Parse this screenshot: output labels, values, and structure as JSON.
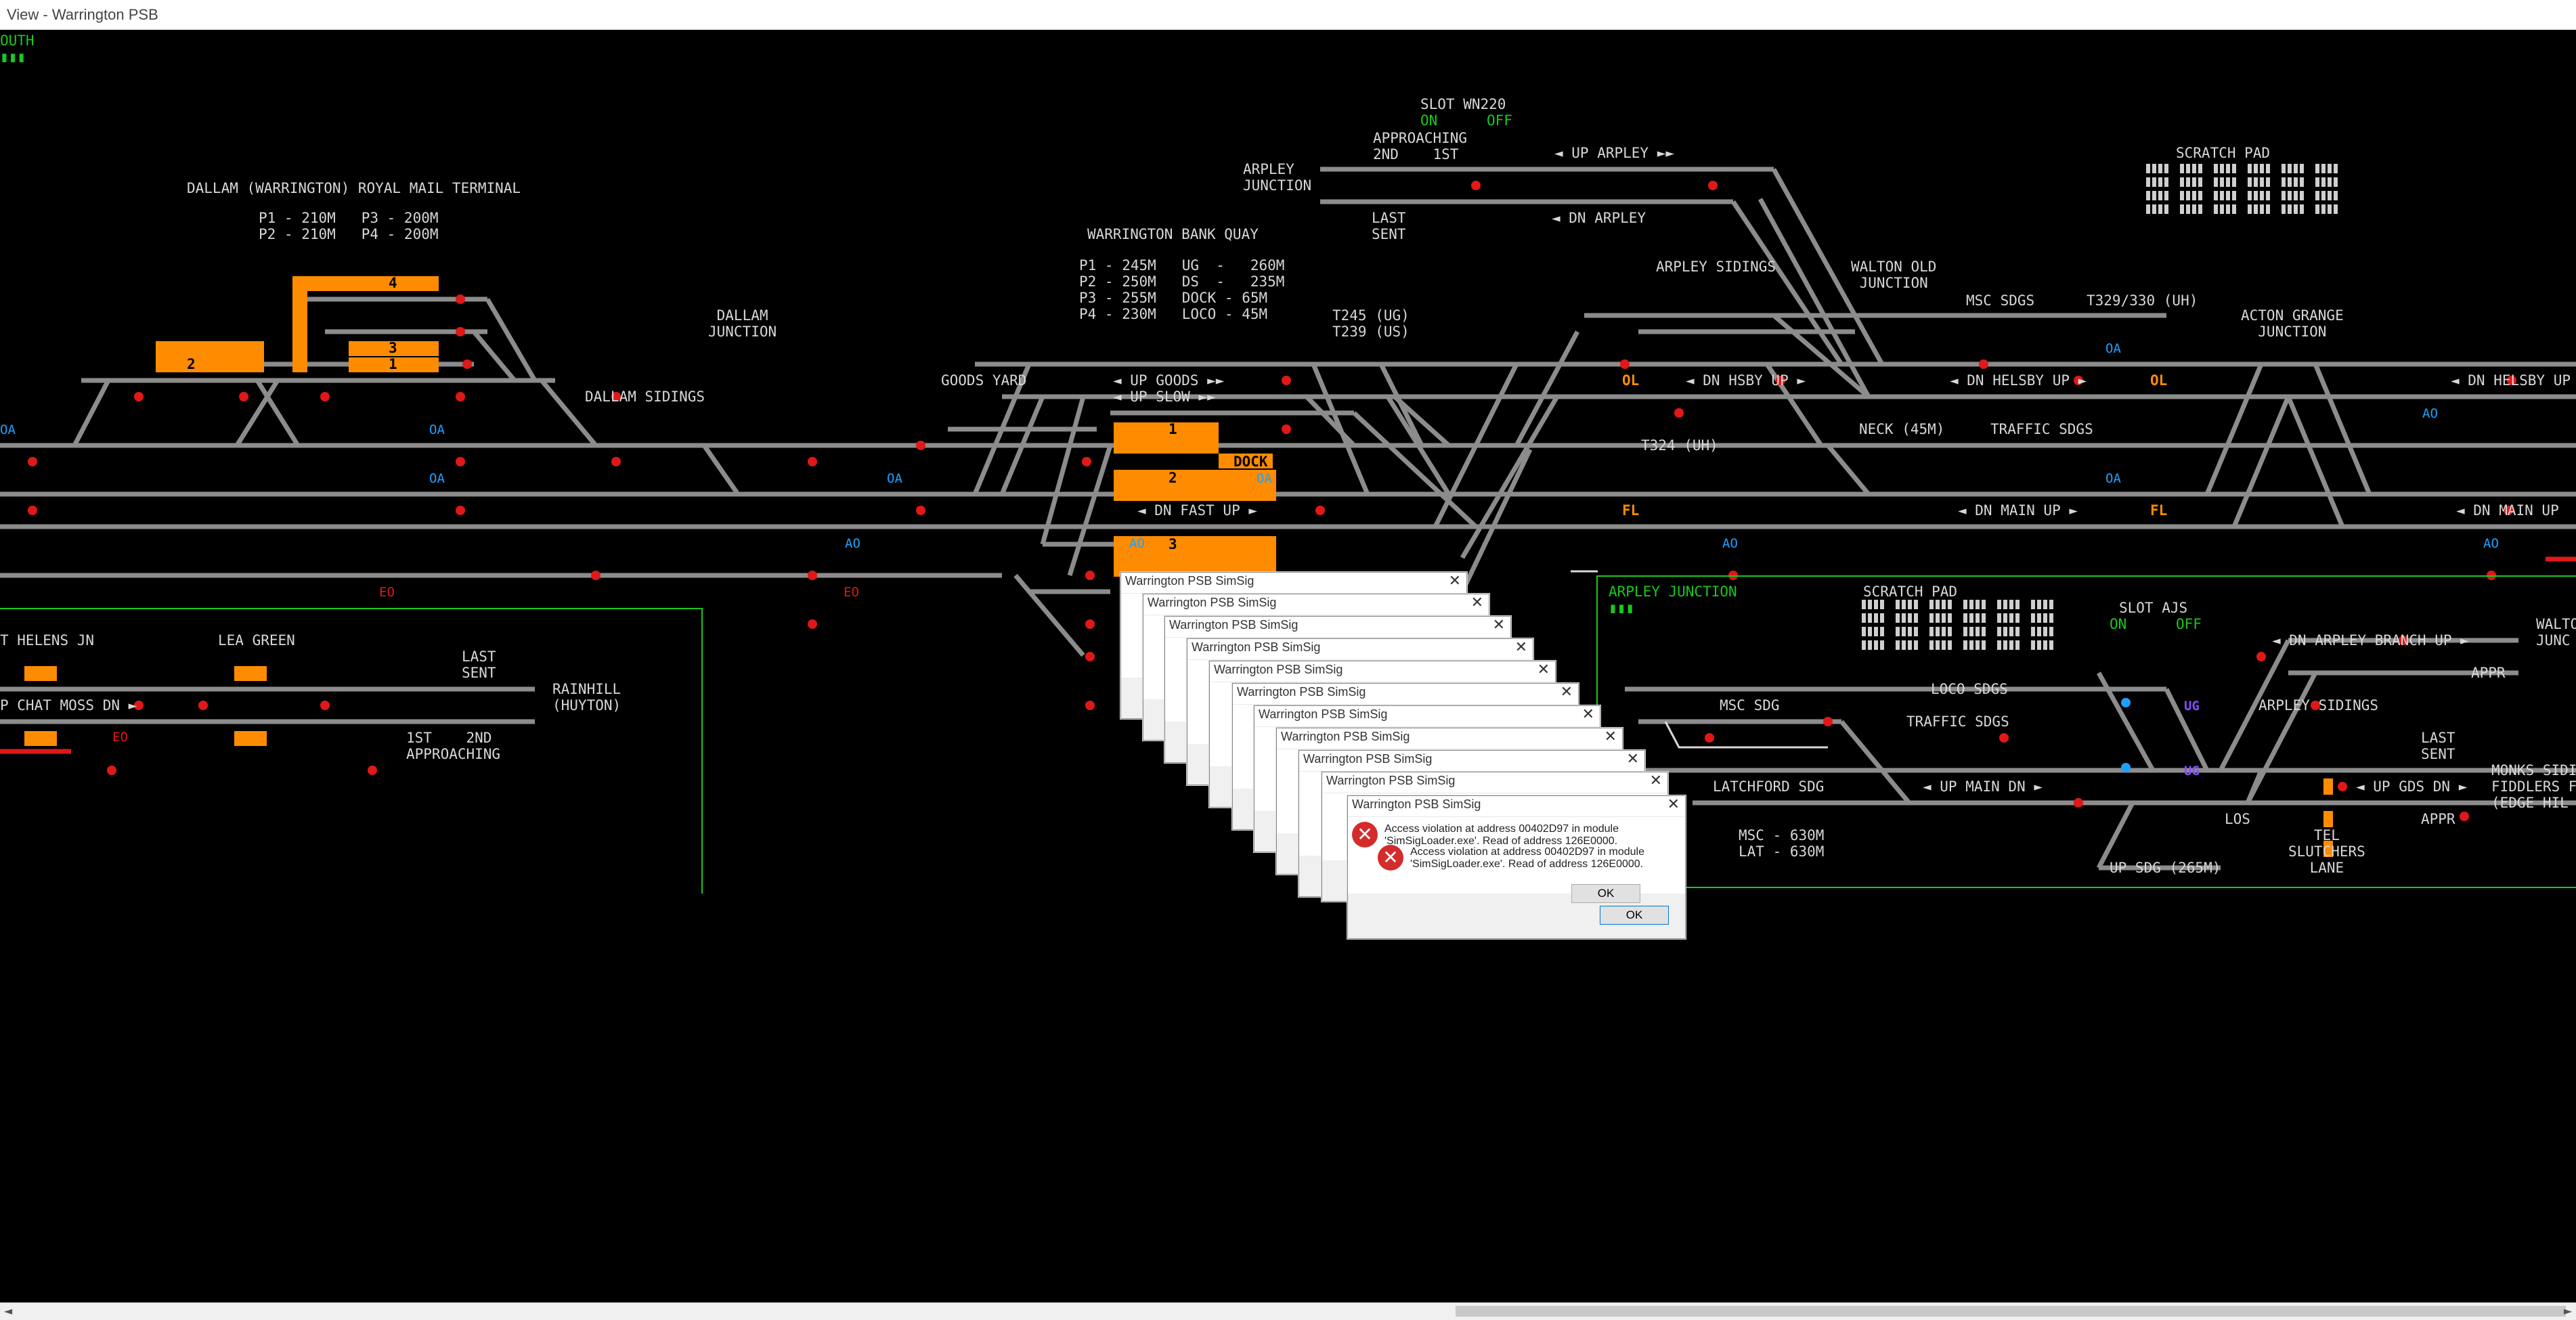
{
  "window": {
    "title": "View - Warrington PSB"
  },
  "panel": {
    "corner": "OUTH",
    "labels": {
      "dallam_terminal": "DALLAM (WARRINGTON) ROYAL MAIL TERMINAL",
      "dallam_p1": "P1 - 210M   P3 - 200M",
      "dallam_p2": "P2 - 210M   P4 - 200M",
      "dallam_jn": "DALLAM\nJUNCTION",
      "dallam_sidings": "DALLAM SIDINGS",
      "goods_yard": "GOODS YARD",
      "bank_quay": "WARRINGTON BANK QUAY",
      "bq_row1": "P1 - 245M   UG  -   260M",
      "bq_row2": "P2 - 250M   DS  -   235M",
      "bq_row3": "P3 - 255M   DOCK - 65M",
      "bq_row4": "P4 - 230M   LOCO - 45M",
      "up_goods": "◄ UP GOODS ►►",
      "up_slow": "◄ UP SLOW ►►",
      "dn_fast_up": "◄ DN FAST UP ►",
      "slot_wn220": "SLOT WN220",
      "approaching": "APPROACHING",
      "second_first": "2ND    1ST",
      "last_sent": "LAST\nSENT",
      "arpley_jn": "ARPLEY\nJUNCTION",
      "up_arpley": "◄ UP ARPLEY ►►",
      "dn_arpley": "◄ DN ARPLEY",
      "t245": "T245 (UG)",
      "t239": "T239 (US)",
      "arpley_sidings": "ARPLEY SIDINGS",
      "walton_old": "WALTON OLD\nJUNCTION",
      "msc_sdgs": "MSC SDGS",
      "t329": "T329/330 (UH)",
      "acton_grange": "ACTON GRANGE\nJUNCTION",
      "scratch_pad": "SCRATCH PAD",
      "dn_hsby_up": "◄ DN HSBY UP ►",
      "dn_helsby_up": "◄ DN HELSBY UP ►",
      "dn_helsby_up2": "◄ DN HELSBY UP",
      "t324": "T324 (UH)",
      "neck": "NECK (45M)",
      "traffic_sdgs": "TRAFFIC SDGS",
      "dn_main_up": "◄ DN MAIN UP ►",
      "dn_main_up2": "◄ DN MAIN UP",
      "st_helens": "T HELENS JN",
      "lea_green": "LEA GREEN",
      "last_sent2": "LAST\nSENT",
      "rainhill": "RAINHILL\n(HUYTON)",
      "chat_moss": "P CHAT MOSS DN ►",
      "first_second": "1ST    2ND\nAPPROACHING",
      "arpley_junction_box": "ARPLEY JUNCTION",
      "scratch_pad2": "SCRATCH PAD",
      "slot_ajs": "SLOT AJS",
      "loco_sdgs": "LOCO SDGS",
      "msc_sdg": "MSC SDG",
      "traffic_sdgs2": "TRAFFIC SDGS",
      "arpley_sidings2": "ARPLEY SIDINGS",
      "dn_arpley_branch_up": "◄ DN ARPLEY BRANCH UP ►",
      "appr": "APPR",
      "latchford": "LATCHFORD SDG",
      "up_main_dn": "◄ UP MAIN DN ►",
      "up_gds_dn": "◄ UP GDS DN ►",
      "last_sent3": "LAST\nSENT",
      "appr2": "APPR",
      "monks": "MONKS SIDI\nFIDDLERS F\n(EDGE HIL",
      "walton_jn": "WALTO\nJUNC",
      "msc_lat": "MSC - 630M\nLAT - 630M",
      "up_sdg": "UP SDG (265M)",
      "los": "LOS",
      "tel_slutchers": "TEL\nSLUTCHERS\nLANE"
    },
    "on_off": {
      "on": "ON",
      "off": "OFF"
    },
    "berths": {
      "b4": "4",
      "b3": "3",
      "b2": "2",
      "b1": "1",
      "bq1": "1",
      "bq2": "2",
      "dock": "DOCK",
      "bq3": "3"
    },
    "tags": {
      "ol1": "OL",
      "ol2": "OL",
      "fl1": "FL",
      "fl2": "FL",
      "ug": "UG",
      "ug2": "UG",
      "oa": "OA",
      "ao": "AO",
      "eo": "EO"
    },
    "colors": {
      "track": "#8c8c8c",
      "berth": "#ff8c00",
      "signal_red": "#e01818",
      "frame_green": "#19c81e",
      "route_blue": "#1ea0ff"
    }
  },
  "dialogs": {
    "title": "Warrington PSB SimSig",
    "close": "✕",
    "message1": "Access violation at address 00402D97 in module\n'SimSigLoader.exe'. Read of address 126E0000.",
    "message2": "Access violation at address 00402D97 in module\n'SimSigLoader.exe'. Read of address 126E0000.",
    "ok": "OK"
  },
  "scrollbar": {
    "left_arrow": "◄",
    "right_arrow": "►"
  }
}
